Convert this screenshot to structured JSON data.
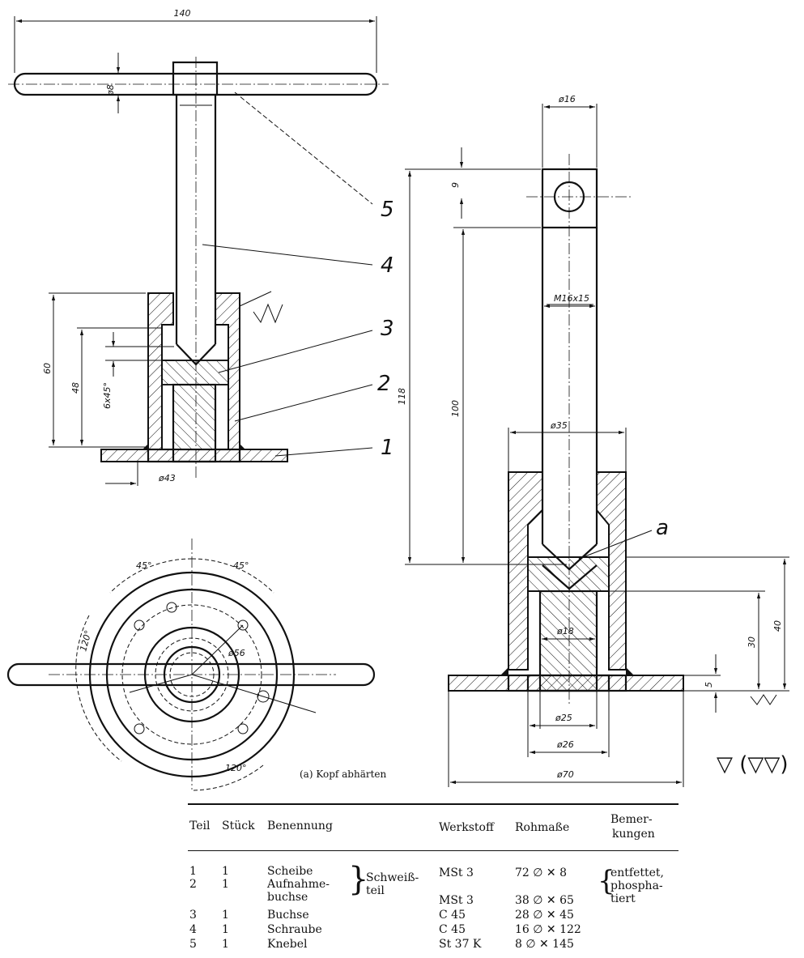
{
  "drawing": {
    "dims": {
      "d140": "140",
      "d8": "ø8",
      "d16": "ø16",
      "d9": "9",
      "m16x15": "M16x15",
      "d118": "118",
      "d100": "100",
      "d35": "ø35",
      "d60": "60",
      "d48": "48",
      "d6x45": "6x45°",
      "d43": "ø43",
      "d18": "ø18",
      "d30": "30",
      "d40": "40",
      "d5": "5",
      "d25": "ø25",
      "d26": "ø26",
      "d70": "ø70",
      "d56": "ø56",
      "a45a": "45°",
      "a45b": "45°",
      "a120a": "120°",
      "a120b": "120°"
    },
    "callouts": [
      "1",
      "2",
      "3",
      "4",
      "5"
    ],
    "detail_label": "a",
    "caption": "(a)  Kopf abhärten",
    "surface_symbol": "▽ (▽▽)"
  },
  "parts_table": {
    "headers": {
      "teil": "Teil",
      "stueck": "Stück",
      "benennung": "Benennung",
      "werkstoff": "Werkstoff",
      "rohmasse": "Rohmaße",
      "bemerkungen_1": "Bemer-",
      "bemerkungen_2": "kungen"
    },
    "rows": [
      {
        "teil": "1",
        "stueck": "1",
        "benennung": "Scheibe",
        "werkstoff": "MSt 3",
        "rohmasse": "72 ∅ ✕ 8"
      },
      {
        "teil": "2",
        "stueck": "1",
        "benennung": "Aufnahme-",
        "benennung_2": "buchse",
        "werkstoff": "MSt 3",
        "rohmasse": "38 ∅ ✕ 65"
      },
      {
        "teil": "3",
        "stueck": "1",
        "benennung": "Buchse",
        "werkstoff": "C 45",
        "rohmasse": "28 ∅ ✕ 45"
      },
      {
        "teil": "4",
        "stueck": "1",
        "benennung": "Schraube",
        "werkstoff": "C 45",
        "rohmasse": "16 ∅ ✕ 122"
      },
      {
        "teil": "5",
        "stueck": "1",
        "benennung": "Knebel",
        "werkstoff": "St 37 K",
        "rohmasse": "8 ∅ ✕ 145"
      }
    ],
    "group_note_1": "Schweiß-",
    "group_note_2": "teil",
    "remark_1": "entfettet,",
    "remark_2": "phospha-",
    "remark_3": "tiert"
  }
}
